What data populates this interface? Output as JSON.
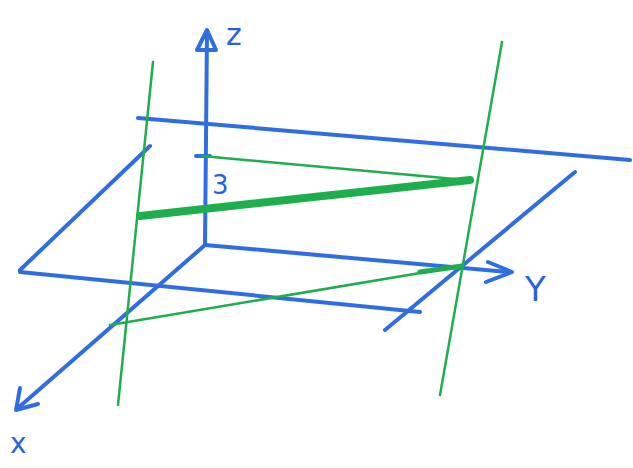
{
  "diagram": {
    "labels": [
      "z",
      "3",
      "Y",
      "x"
    ]
  }
}
